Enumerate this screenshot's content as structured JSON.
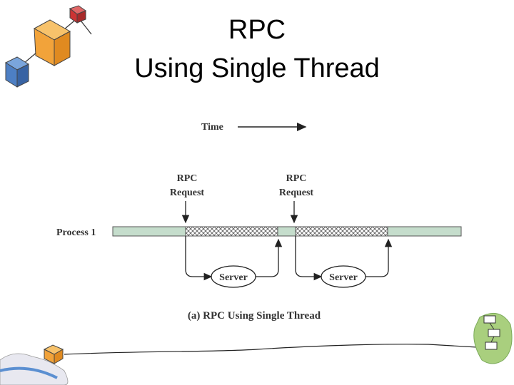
{
  "slide": {
    "title_line1": "RPC",
    "title_line2": "Using Single Thread"
  },
  "diagram": {
    "time_label": "Time",
    "rpc_request_1": {
      "line1": "RPC",
      "line2": "Request"
    },
    "rpc_request_2": {
      "line1": "RPC",
      "line2": "Request"
    },
    "process_label": "Process 1",
    "server_1": "Server",
    "server_2": "Server",
    "caption": "(a) RPC Using Single Thread"
  },
  "colors": {
    "process_bar": "#c5ddcc",
    "blocked_pattern": "#555555",
    "decor_red": "#cc3333",
    "decor_orange": "#f2a33a",
    "decor_blue": "#4d7fc4",
    "decor_green": "#7cab5a"
  }
}
